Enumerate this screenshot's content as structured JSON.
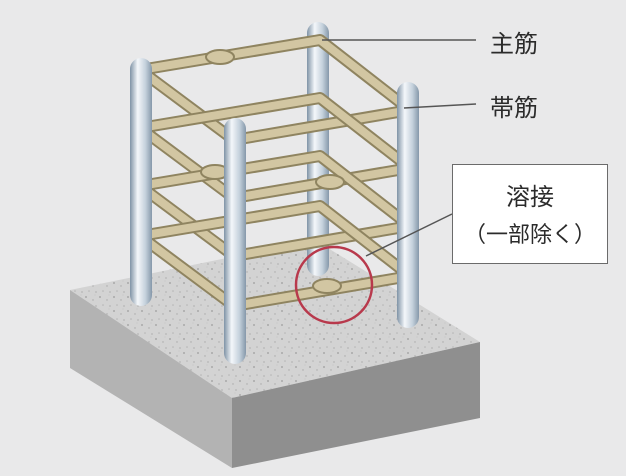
{
  "labels": {
    "main_rebar": "主筋",
    "hoop": "帯筋"
  },
  "callout": {
    "title": "溶接",
    "note": "（一部除く）"
  },
  "colors": {
    "background": "#e9e9ea",
    "concrete_top": "#d3d3d3",
    "concrete_front": "#aeaeae",
    "concrete_side": "#8f8f8f",
    "bar_light": "#f2f5f8",
    "bar_dark": "#8d9fb0",
    "hoop": "#cfc3a0",
    "hoop_edge": "#8f8460",
    "callout_circle": "#b8394c",
    "leader": "#555555"
  }
}
